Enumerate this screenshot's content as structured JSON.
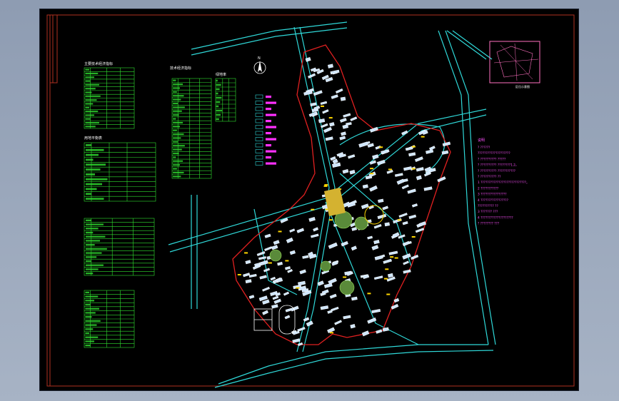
{
  "drawing": {
    "table_titles": [
      "主要技术经济指标",
      "用地平衡表",
      "",
      "",
      "技术经济指标",
      "绿地率"
    ],
    "north_label": "N",
    "key_map_caption": "区位示意图",
    "notes_title": "说明",
    "notes_lines": [
      "? ??????",
      "????????????????????",
      "? ?????????? ?????",
      "? ?????????? ????????1.2。",
      "? ?????????? ???????????",
      "? ?????????? ??",
      "1 ????????????????????????????。",
      "2 ???????????",
      "3 ????????????????",
      "4 ?????????????????",
      "?????????? ??",
      "3 ??????? ???",
      "4 ????????????????????",
      "? ???????? ???"
    ]
  },
  "colors": {
    "background_window": "#9aa6b8",
    "sheet": "#000000",
    "frame": "#b03020",
    "road": "#2fd8d8",
    "boundary": "#e02020",
    "table": "#30e030",
    "building": "#ffffff",
    "legend": "#ff30ff",
    "annotation": "#ffd700"
  }
}
